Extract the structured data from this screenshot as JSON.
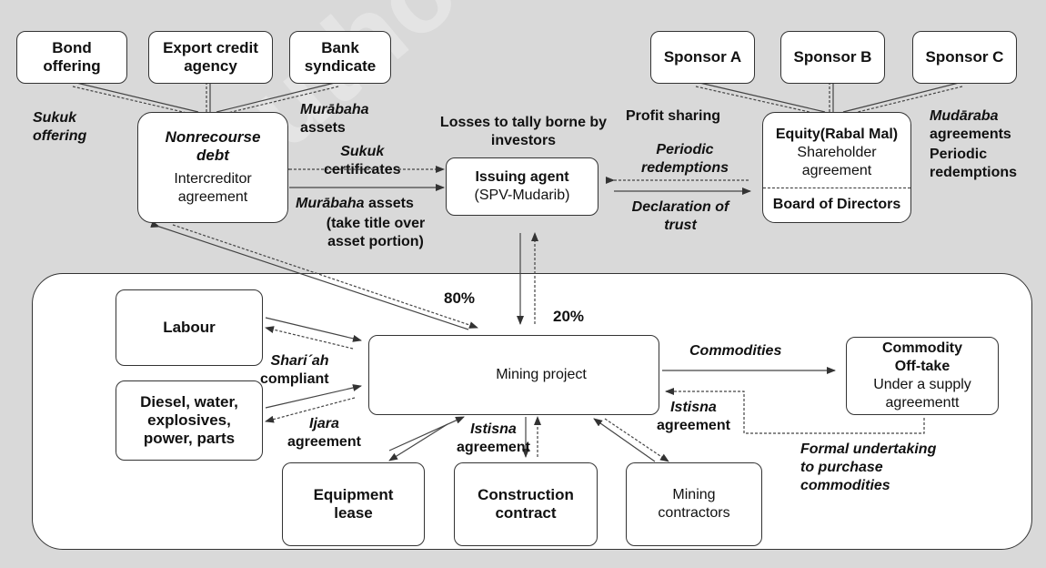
{
  "watermark": "Author Draft",
  "top_left": {
    "bond_offering": "Bond offering",
    "export_credit": "Export credit agency",
    "bank_syndicate": "Bank syndicate",
    "nonrecourse_title": "Nonrecourse debt",
    "nonrecourse_sub": "Intercreditor agreement"
  },
  "sponsors": {
    "a": "Sponsor A",
    "b": "Sponsor B",
    "c": "Sponsor C"
  },
  "equity": {
    "title": "Equity(Rabal Mal)",
    "sub": "Shareholder agreement",
    "board": "Board of Directors"
  },
  "issuing_agent": {
    "title": "Issuing agent",
    "sub": "(SPV-Mudarib)"
  },
  "mining_project": "Mining project",
  "bottom": {
    "labour": "Labour",
    "diesel": "Diesel, water, explosives, power, parts",
    "equipment": "Equipment lease",
    "construction": "Construction contract",
    "contractors": "Mining contractors",
    "offtake_title": "Commodity Off-take",
    "offtake_sub": "Under a supply agreementt"
  },
  "labels": {
    "sukuk_offering": "Sukuk offering",
    "murabaha_assets_1": "Murābaha",
    "murabaha_assets_1b": "assets",
    "sukuk_certificates_1": "Sukuk",
    "sukuk_certificates_1b": "certificates",
    "murabaha_assets_2": "Murābaha",
    "murabaha_assets_2b": "assets",
    "take_title": "(take title over asset portion)",
    "losses": "Losses to tally borne by investors",
    "profit_sharing": "Profit sharing",
    "periodic_redemptions": "Periodic redemptions",
    "declaration": "Declaration of trust",
    "mudaraba": "Mudāraba",
    "mudaraba_b": "agreements",
    "periodic_redemptions_right": "Periodic redemptions",
    "pct_80": "80%",
    "pct_20": "20%",
    "shariah_1": "Shari´ah",
    "shariah_2": "compliant",
    "ijara_1": "Ijara",
    "ijara_2": "agreement",
    "istisna_mid_1": "Istisna",
    "istisna_mid_2": "agreement",
    "istisna_right_1": "Istisna",
    "istisna_right_2": "agreement",
    "commodities": "Commodities",
    "formal": "Formal undertaking to purchase commodities"
  }
}
